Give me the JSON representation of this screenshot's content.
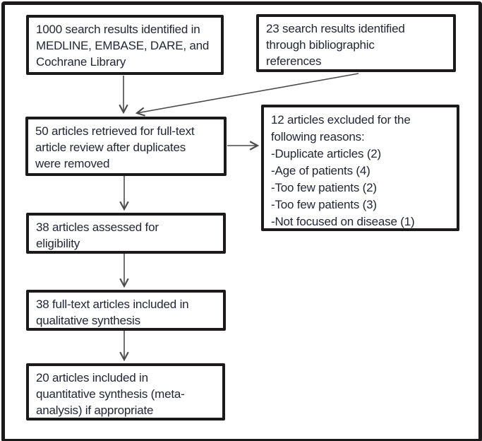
{
  "colors": {
    "box_border": "#1c1a1b",
    "text": "#232636",
    "arrow": "#4b4b4d",
    "background": "#ffffff"
  },
  "flow": {
    "boxes": [
      {
        "name": "identification-sources",
        "text": "1000 search results identified in\nMEDLINE, EMBASE, DARE, and\nCochrane Library"
      },
      {
        "name": "identification-bibliographic",
        "text": "23 search results identified\nthrough bibliographic\nreferences"
      },
      {
        "name": "retrieved-fulltext",
        "text": "50 articles retrieved for full-text\narticle review after duplicates\nwere removed"
      },
      {
        "name": "excluded-reasons",
        "text": "12 articles excluded for the\nfollowing reasons:\n-Duplicate articles (2)\n-Age of patients (4)\n-Too few patients (2)\n-Too few patients (3)\n-Not focused on disease (1)"
      },
      {
        "name": "assessed-eligibility",
        "text": "38 articles assessed for\neligibility"
      },
      {
        "name": "qualitative-synthesis",
        "text": "38 full-text articles included in\nqualitative synthesis"
      },
      {
        "name": "quantitative-synthesis",
        "text": "20 articles included in\nquantitative synthesis (meta-\nanalysis) if appropriate"
      }
    ],
    "edges": [
      {
        "from": "identification-sources",
        "to": "retrieved-fulltext"
      },
      {
        "from": "identification-bibliographic",
        "to": "retrieved-fulltext"
      },
      {
        "from": "retrieved-fulltext",
        "to": "excluded-reasons"
      },
      {
        "from": "retrieved-fulltext",
        "to": "assessed-eligibility"
      },
      {
        "from": "assessed-eligibility",
        "to": "qualitative-synthesis"
      },
      {
        "from": "qualitative-synthesis",
        "to": "quantitative-synthesis"
      }
    ]
  }
}
